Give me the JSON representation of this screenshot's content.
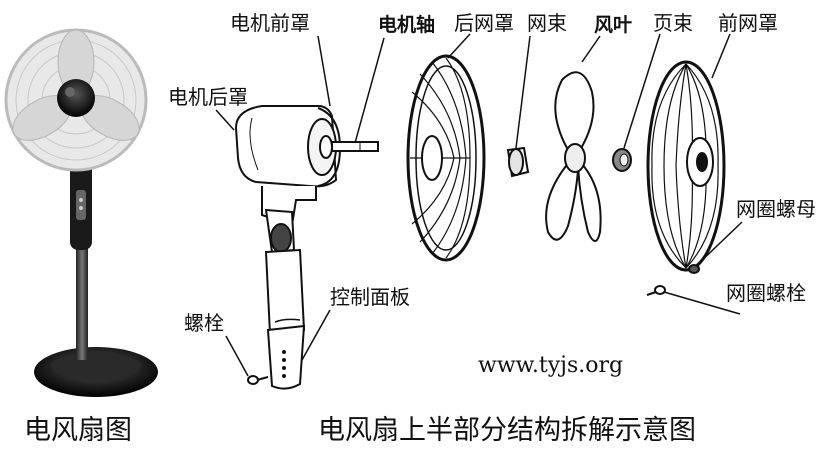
{
  "labels": {
    "motor_front_cover": "电机前罩",
    "motor_shaft": "电机轴",
    "rear_guard": "后网罩",
    "guard_clamp": "网束",
    "fan_blade": "风叶",
    "spinner_cap": "页束",
    "front_guard": "前网罩",
    "motor_rear_cover": "电机后罩",
    "guard_ring_nut": "网圈螺母",
    "guard_ring_bolt": "网圈螺栓",
    "control_panel": "控制面板",
    "bolt": "螺栓"
  },
  "watermark": "www.tyjs.org",
  "captions": {
    "left": "电风扇图",
    "right": "电风扇上半部分结构拆解示意图"
  }
}
